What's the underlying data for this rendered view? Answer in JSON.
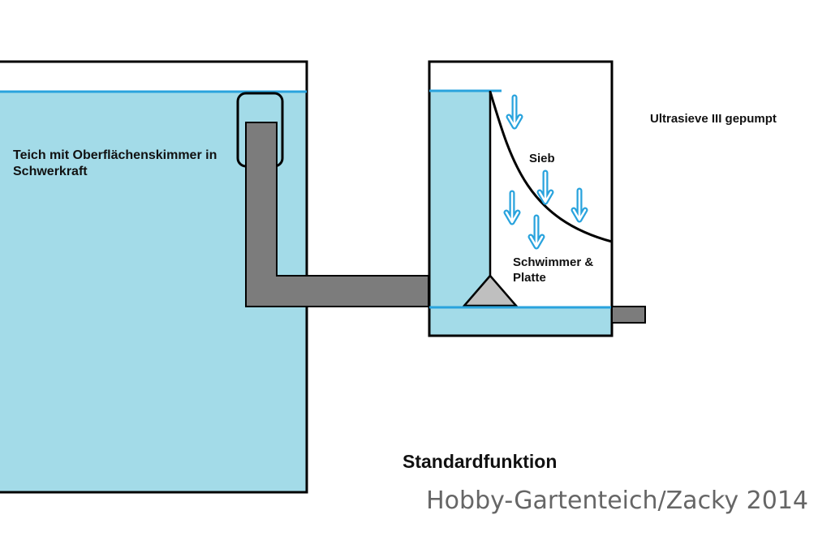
{
  "labels": {
    "pond": "Teich mit Oberflächenskimmer in Schwerkraft",
    "sieve": "Sieb",
    "float": "Schwimmer & Platte",
    "mode": "Ultrasieve III gepumpt",
    "title": "Standardfunktion"
  },
  "credit": "Hobby-Gartenteich/Zacky 2014",
  "colors": {
    "water": "#a3dbe8",
    "water_line": "#29a3dd",
    "pipe": "#7c7c7c",
    "outline": "#000000",
    "float_plate": "#bfbfbf",
    "flow_arrow": "#29a3dd"
  }
}
